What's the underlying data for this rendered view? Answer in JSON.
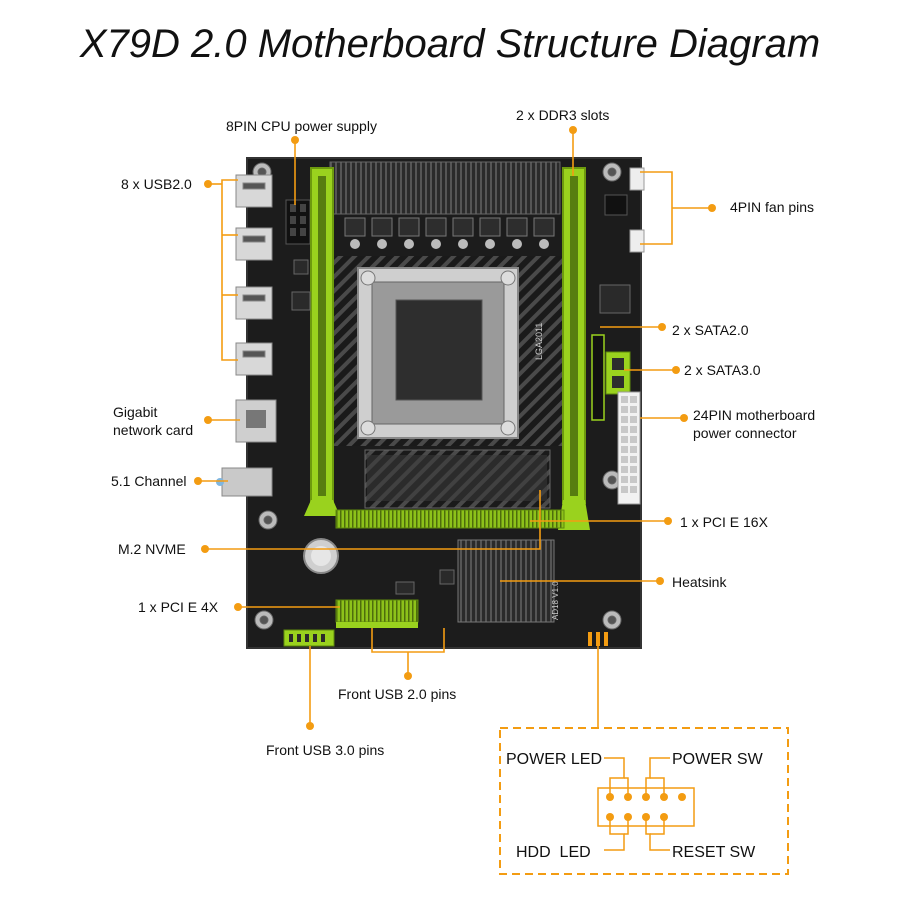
{
  "title": "X79D 2.0 Motherboard Structure Diagram",
  "colors": {
    "accent": "#f39c12",
    "board": "#1c1c1c",
    "slot_green": "#9ad21e"
  },
  "labels": {
    "cpu_power": "8PIN CPU power supply",
    "ddr3": "2 x DDR3 slots",
    "usb20": "8 x USB2.0",
    "fan": "4PIN fan pins",
    "sata20": "2 x SATA2.0",
    "sata30": "2 x SATA3.0",
    "lan_line1": "Gigabit",
    "lan_line2": "network card",
    "power24_line1": "24PIN motherboard",
    "power24_line2": "power connector",
    "audio": "5.1 Channel",
    "pcie16": "1 x PCI E 16X",
    "m2": "M.2 NVME",
    "heatsink": "Heatsink",
    "pcie4": "1 x PCI E 4X",
    "front_usb2": "Front USB 2.0 pins",
    "front_usb3": "Front USB 3.0 pins"
  },
  "board_text": {
    "socket": "LGA2011",
    "chip": "AD18 V1.0"
  },
  "panel": {
    "power_led": "POWER LED",
    "power_sw": "POWER SW",
    "hdd_led": "HDD  LED",
    "reset_sw": "RESET SW"
  }
}
